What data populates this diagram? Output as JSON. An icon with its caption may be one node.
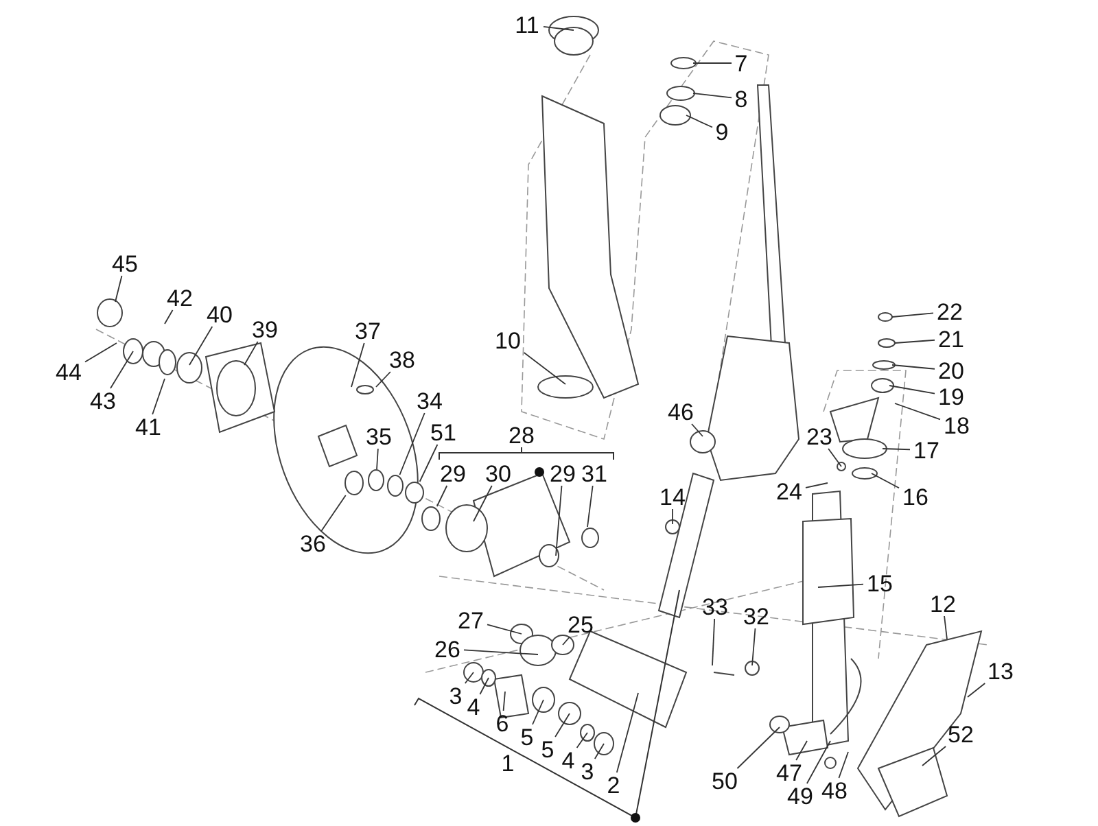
{
  "diagram": {
    "nodes": [
      {
        "text": [
          "11"
        ]
      },
      {
        "text": [
          "7"
        ]
      },
      {
        "text": [
          "8"
        ]
      },
      {
        "text": [
          "9"
        ]
      },
      {
        "text": [
          "45"
        ]
      },
      {
        "text": [
          "22"
        ]
      },
      {
        "text": [
          "40"
        ]
      },
      {
        "text": [
          "39"
        ]
      },
      {
        "text": [
          "37"
        ]
      },
      {
        "text": [
          "42"
        ]
      },
      {
        "text": [
          "21"
        ]
      },
      {
        "text": [
          "10"
        ]
      },
      {
        "text": [
          "38"
        ]
      },
      {
        "text": [
          "20"
        ]
      },
      {
        "text": [
          "44"
        ]
      },
      {
        "text": [
          "43"
        ]
      },
      {
        "text": [
          "19"
        ]
      },
      {
        "text": [
          "34"
        ]
      },
      {
        "text": [
          "46"
        ]
      },
      {
        "text": [
          "18"
        ]
      },
      {
        "text": [
          "35"
        ]
      },
      {
        "text": [
          "41"
        ]
      },
      {
        "text": [
          "51"
        ]
      },
      {
        "text": [
          "28"
        ]
      },
      {
        "text": [
          "23"
        ]
      },
      {
        "text": [
          "17"
        ]
      },
      {
        "text": [
          "29"
        ]
      },
      {
        "text": [
          "30"
        ]
      },
      {
        "text": [
          "29"
        ]
      },
      {
        "text": [
          "31"
        ]
      },
      {
        "text": [
          "24"
        ]
      },
      {
        "text": [
          "14"
        ]
      },
      {
        "text": [
          "16"
        ]
      },
      {
        "text": [
          "36"
        ]
      },
      {
        "text": [
          "15"
        ]
      },
      {
        "text": [
          "12"
        ]
      },
      {
        "text": [
          "33"
        ]
      },
      {
        "text": [
          "32"
        ]
      },
      {
        "text": [
          "27"
        ]
      },
      {
        "text": [
          "25"
        ]
      },
      {
        "text": [
          "26"
        ]
      },
      {
        "text": [
          "13"
        ]
      },
      {
        "text": [
          "3"
        ]
      },
      {
        "text": [
          "4"
        ]
      },
      {
        "text": [
          "6"
        ]
      },
      {
        "text": [
          "52"
        ]
      },
      {
        "text": [
          "5"
        ]
      },
      {
        "text": [
          "5"
        ]
      },
      {
        "text": [
          "4"
        ]
      },
      {
        "text": [
          "1"
        ]
      },
      {
        "text": [
          "3"
        ]
      },
      {
        "text": [
          "47"
        ]
      },
      {
        "text": [
          "50"
        ]
      },
      {
        "text": [
          "2"
        ]
      },
      {
        "text": [
          "48"
        ]
      },
      {
        "text": [
          "49"
        ]
      },
      {
        "text": [],
        "shape": "ring"
      },
      {
        "text": [],
        "shape": "ring"
      },
      {
        "text": [],
        "shape": "ring"
      },
      {
        "text": [],
        "shape": "ring"
      },
      {
        "text": [],
        "shape": "ring"
      }
    ],
    "edges": [
      {
        "from": 0,
        "to": null,
        "arrow": "none"
      },
      {
        "from": 1,
        "to": null,
        "arrow": "none"
      },
      {
        "from": 2,
        "to": null,
        "arrow": "none"
      },
      {
        "from": 3,
        "to": null,
        "arrow": "none"
      },
      {
        "from": 4,
        "to": null,
        "arrow": "none"
      },
      {
        "from": 5,
        "to": null,
        "arrow": "none"
      },
      {
        "from": 6,
        "to": null,
        "arrow": "none"
      },
      {
        "from": 7,
        "to": null,
        "arrow": "none"
      },
      {
        "from": 8,
        "to": null,
        "arrow": "none"
      },
      {
        "from": 9,
        "to": null,
        "arrow": "none"
      },
      {
        "from": 10,
        "to": null,
        "arrow": "none"
      },
      {
        "from": 11,
        "to": null,
        "arrow": "none"
      },
      {
        "from": 12,
        "to": null,
        "arrow": "none"
      },
      {
        "from": 13,
        "to": null,
        "arrow": "none"
      },
      {
        "from": 14,
        "to": null,
        "arrow": "none"
      },
      {
        "from": 15,
        "to": null,
        "arrow": "none"
      },
      {
        "from": 16,
        "to": null,
        "arrow": "none"
      },
      {
        "from": 17,
        "to": 57,
        "arrow": "none"
      },
      {
        "from": 18,
        "to": null,
        "arrow": "none"
      },
      {
        "from": 19,
        "to": null,
        "arrow": "none"
      },
      {
        "from": 20,
        "to": 58,
        "arrow": "none"
      },
      {
        "from": 21,
        "to": null,
        "arrow": "none"
      },
      {
        "from": 22,
        "to": 56,
        "arrow": "none"
      },
      {
        "from": 24,
        "to": null,
        "arrow": "none"
      },
      {
        "from": 25,
        "to": null,
        "arrow": "none"
      },
      {
        "from": 26,
        "to": 59,
        "arrow": "none"
      },
      {
        "from": 27,
        "to": null,
        "arrow": "none"
      },
      {
        "from": 28,
        "to": null,
        "arrow": "none"
      },
      {
        "from": 29,
        "to": null,
        "arrow": "none"
      },
      {
        "from": 30,
        "to": null,
        "arrow": "none"
      },
      {
        "from": 31,
        "to": null,
        "arrow": "none"
      },
      {
        "from": 32,
        "to": null,
        "arrow": "none"
      },
      {
        "from": 33,
        "to": 60,
        "arrow": "none"
      },
      {
        "from": 34,
        "to": null,
        "arrow": "none"
      },
      {
        "from": 35,
        "to": null,
        "arrow": "none"
      },
      {
        "from": 36,
        "to": null,
        "arrow": "none"
      },
      {
        "from": 37,
        "to": null,
        "arrow": "none"
      },
      {
        "from": 38,
        "to": null,
        "arrow": "none"
      },
      {
        "from": 39,
        "to": null,
        "arrow": "none"
      },
      {
        "from": 40,
        "to": null,
        "arrow": "none"
      },
      {
        "from": 41,
        "to": null,
        "arrow": "none"
      },
      {
        "from": 42,
        "to": null,
        "arrow": "none"
      },
      {
        "from": 43,
        "to": null,
        "arrow": "none"
      },
      {
        "from": 44,
        "to": null,
        "arrow": "none"
      },
      {
        "from": 45,
        "to": null,
        "arrow": "none"
      },
      {
        "from": 46,
        "to": null,
        "arrow": "none"
      },
      {
        "from": 47,
        "to": null,
        "arrow": "none"
      },
      {
        "from": 48,
        "to": null,
        "arrow": "none"
      },
      {
        "from": 50,
        "to": null,
        "arrow": "none"
      },
      {
        "from": 51,
        "to": null,
        "arrow": "none"
      },
      {
        "from": 52,
        "to": null,
        "arrow": "none"
      },
      {
        "from": 53,
        "to": null,
        "arrow": "none"
      },
      {
        "from": 54,
        "to": null,
        "arrow": "none"
      },
      {
        "from": 55,
        "to": null,
        "arrow": "none"
      }
    ]
  }
}
